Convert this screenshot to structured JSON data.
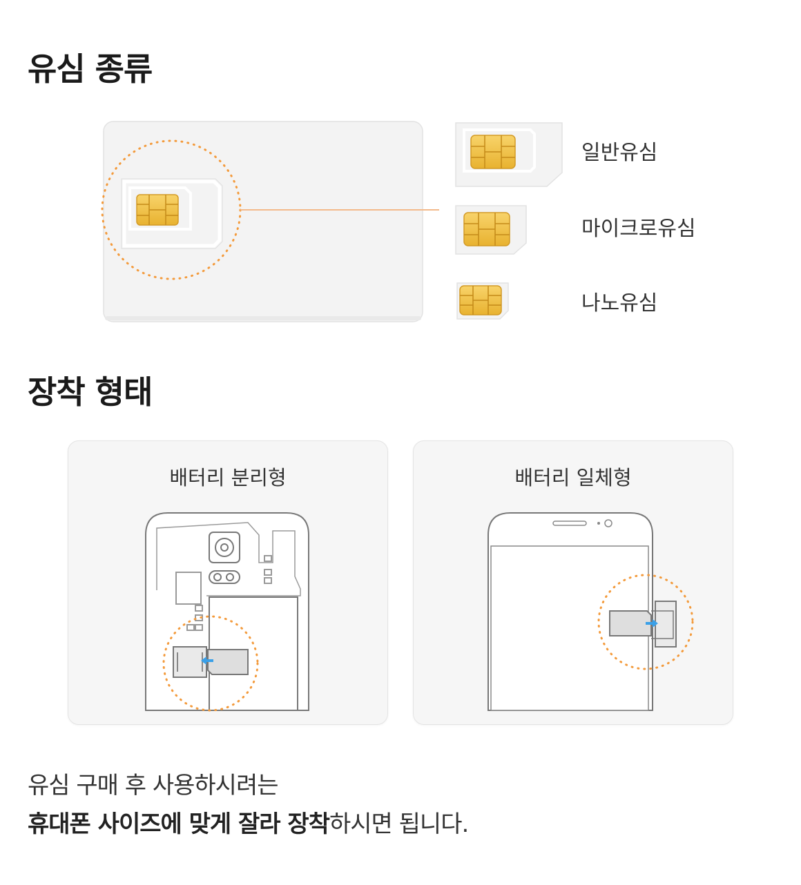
{
  "sections": {
    "sim_types_title": "유심 종류",
    "mount_types_title": "장착 형태"
  },
  "sim_types": [
    {
      "label": "일반유심"
    },
    {
      "label": "마이크로유심"
    },
    {
      "label": "나노유심"
    }
  ],
  "mount_types": [
    {
      "label": "배터리 분리형"
    },
    {
      "label": "배터리 일체형"
    }
  ],
  "footer": {
    "line1": "유심 구매 후 사용하시려는",
    "line2_bold": "휴대폰 사이즈에 맞게 잘라 장착",
    "line2_rest": "하시면 됩니다."
  },
  "colors": {
    "accent_orange": "#f39a3b",
    "chip_gold": "#f2c24a",
    "arrow_blue": "#3aa0e8"
  }
}
